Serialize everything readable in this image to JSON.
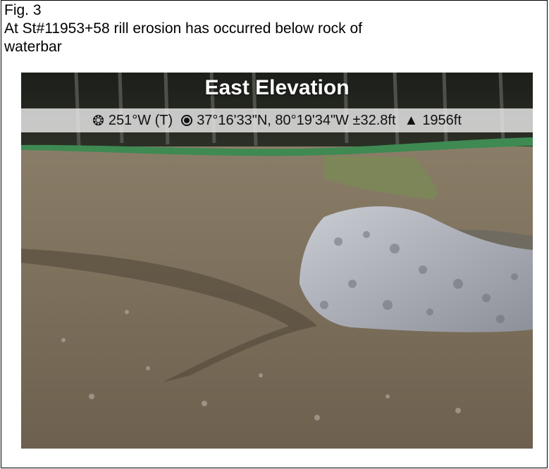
{
  "caption": {
    "fig": "Fig. 3",
    "line1": "At St#11953+58 rill erosion has occurred below rock of",
    "line2": "waterbar"
  },
  "photo": {
    "overlay_title": "East Elevation",
    "heading": "251°W (T)",
    "coordinates": "37°16'33\"N, 80°19'34\"W ±32.8ft",
    "elevation": "1956ft",
    "icons": {
      "heading": "compass-icon",
      "coordinates": "location-dot-icon",
      "elevation": "triangle-up-icon"
    }
  }
}
